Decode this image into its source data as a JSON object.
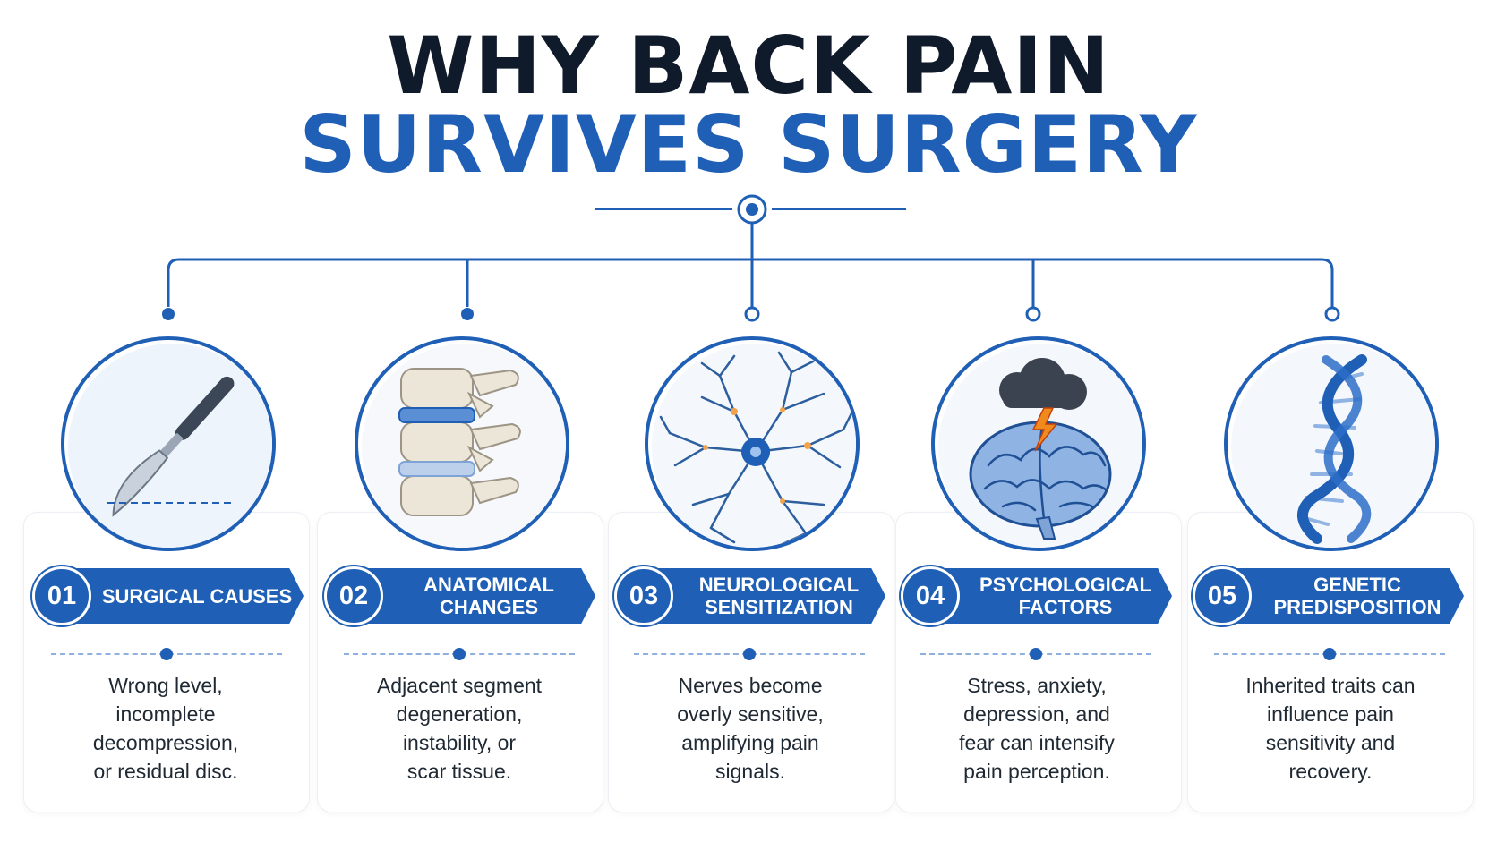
{
  "title": {
    "line1": "WHY BACK PAIN",
    "line2": "SURVIVES SURGERY"
  },
  "colors": {
    "primary": "#1f5fb5",
    "title_dark": "#0f1a2b",
    "text": "#1f2933"
  },
  "factors": [
    {
      "number": "01",
      "label": "SURGICAL CAUSES",
      "description": "Wrong level,\nincomplete\ndecompression,\nor residual disc.",
      "icon": "scalpel-icon"
    },
    {
      "number": "02",
      "label": "ANATOMICAL\nCHANGES",
      "description": "Adjacent segment\ndegeneration,\ninstability, or\nscar tissue.",
      "icon": "spine-vertebrae-icon"
    },
    {
      "number": "03",
      "label": "NEUROLOGICAL\nSENSITIZATION",
      "description": "Nerves become\noverly sensitive,\namplifying pain\nsignals.",
      "icon": "neuron-icon"
    },
    {
      "number": "04",
      "label": "PSYCHOLOGICAL\nFACTORS",
      "description": "Stress, anxiety,\ndepression, and\nfear can intensify\npain perception.",
      "icon": "brain-storm-icon"
    },
    {
      "number": "05",
      "label": "GENETIC\nPREDISPOSITION",
      "description": "Inherited traits can\ninfluence pain\nsensitivity and\nrecovery.",
      "icon": "dna-icon"
    }
  ]
}
